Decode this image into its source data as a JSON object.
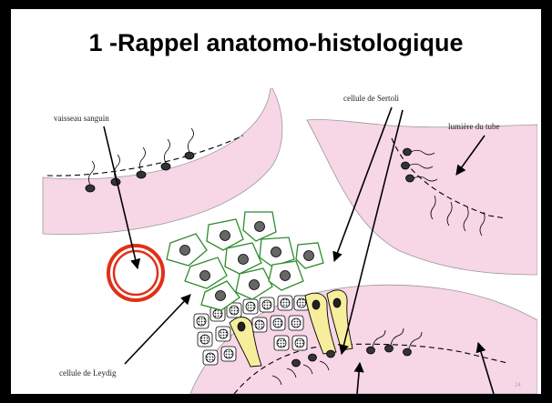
{
  "slide": {
    "title": "1 -Rappel anatomo-histologique",
    "page_number": "24"
  },
  "diagram": {
    "labels": {
      "vessel": "vaisseau sanguin",
      "sertoli": "cellule de Sertoli",
      "lumen": "lumière du tube",
      "leydig": "cellule de Leydig"
    }
  },
  "colors": {
    "tubule_fill": "#f7d6e6",
    "sertoli_fill": "#f6ee9c",
    "leydig_stroke": "#2e8b2e",
    "vessel_ring": "#e03018",
    "nucleus": "#555555"
  }
}
